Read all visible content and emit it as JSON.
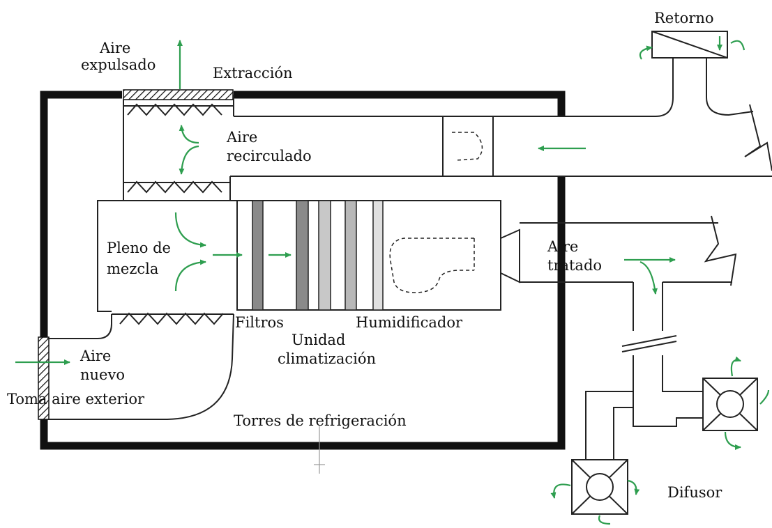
{
  "diagram": {
    "labels": {
      "retorno": "Retorno",
      "aire_expulsado_1": "Aire",
      "aire_expulsado_2": "expulsado",
      "extraccion": "Extracción",
      "aire_recirculado_1": "Aire",
      "aire_recirculado_2": "recirculado",
      "pleno_1": "Pleno de",
      "pleno_2": "mezcla",
      "aire_tratado_1": "Aire",
      "aire_tratado_2": "tratado",
      "filtros": "Filtros",
      "humidificador": "Humidificador",
      "unidad_1": "Unidad",
      "unidad_2": "climatización",
      "aire_nuevo_1": "Aire",
      "aire_nuevo_2": "nuevo",
      "toma": "Toma aire exterior",
      "torres": "Torres de refrigeración",
      "difusor": "Difusor"
    },
    "colors": {
      "flow_arrow": "#2e9e4f",
      "outline": "#111111",
      "filter_dark": "#8a8a8a",
      "filter_light": "#c8c8c8"
    }
  }
}
